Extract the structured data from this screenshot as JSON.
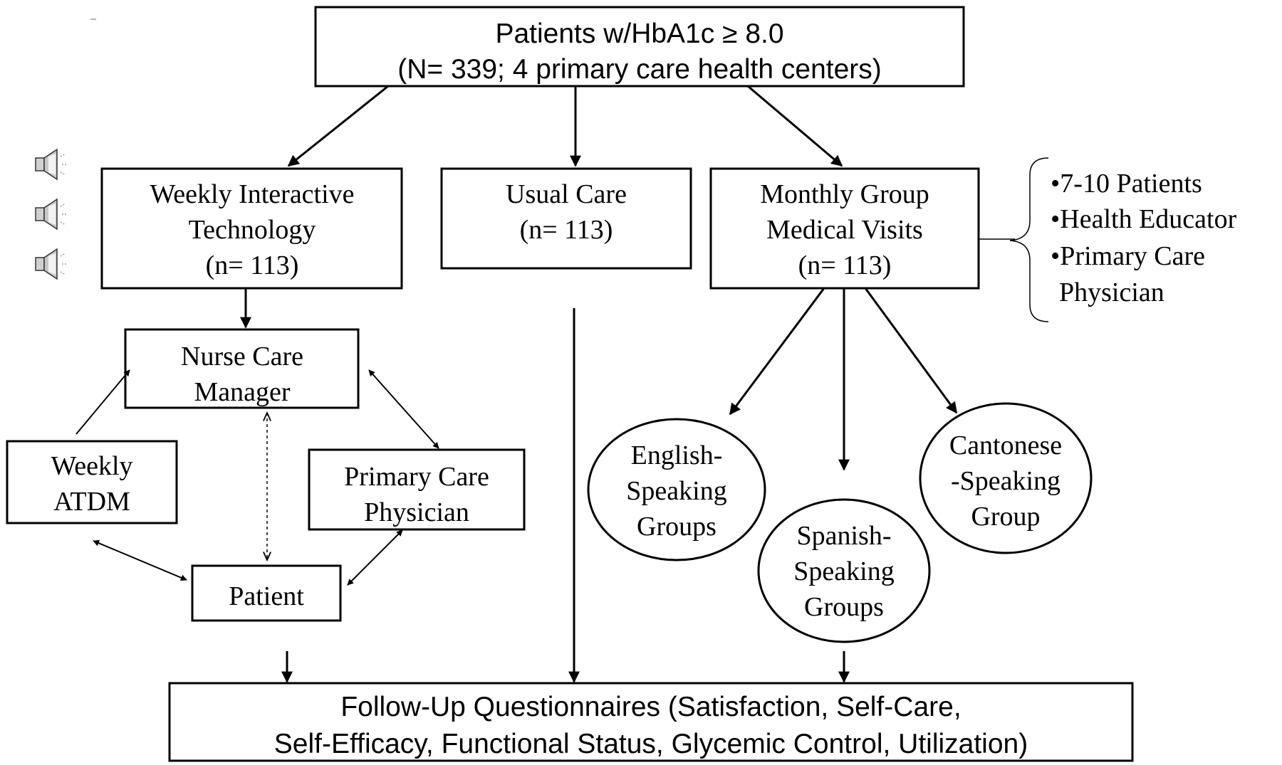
{
  "top_box": {
    "line1": "Patients w/HbA1c ≥ 8.0",
    "line2": "(N= 339; 4 primary care health centers)"
  },
  "arms": {
    "weekly": {
      "line1": "Weekly Interactive",
      "line2": "Technology",
      "line3": "(n= 113)"
    },
    "usual": {
      "line1": "Usual Care",
      "line2": "(n= 113)"
    },
    "monthly": {
      "line1": "Monthly Group",
      "line2": "Medical Visits",
      "line3": "(n= 113)"
    }
  },
  "monthly_details": [
    "•7-10 Patients",
    "•Health Educator",
    "•Primary Care",
    "Physician"
  ],
  "weekly_loop": {
    "nurse": {
      "line1": "Nurse Care",
      "line2": "Manager"
    },
    "atdm": {
      "line1": "Weekly",
      "line2": "ATDM"
    },
    "pcp": {
      "line1": "Primary Care",
      "line2": "Physician"
    },
    "patient": "Patient"
  },
  "groups": {
    "english": {
      "line1": "English-",
      "line2": "Speaking",
      "line3": "Groups"
    },
    "spanish": {
      "line1": "Spanish-",
      "line2": "Speaking",
      "line3": "Groups"
    },
    "cantonese": {
      "line1": "Cantonese",
      "line2": "-Speaking",
      "line3": "Group"
    }
  },
  "bottom_box": {
    "line1": "Follow-Up Questionnaires (Satisfaction, Self-Care,",
    "line2": "Self-Efficacy, Functional Status, Glycemic Control, Utilization)"
  },
  "icons": [
    "speaker-icon",
    "speaker-icon",
    "speaker-icon"
  ]
}
